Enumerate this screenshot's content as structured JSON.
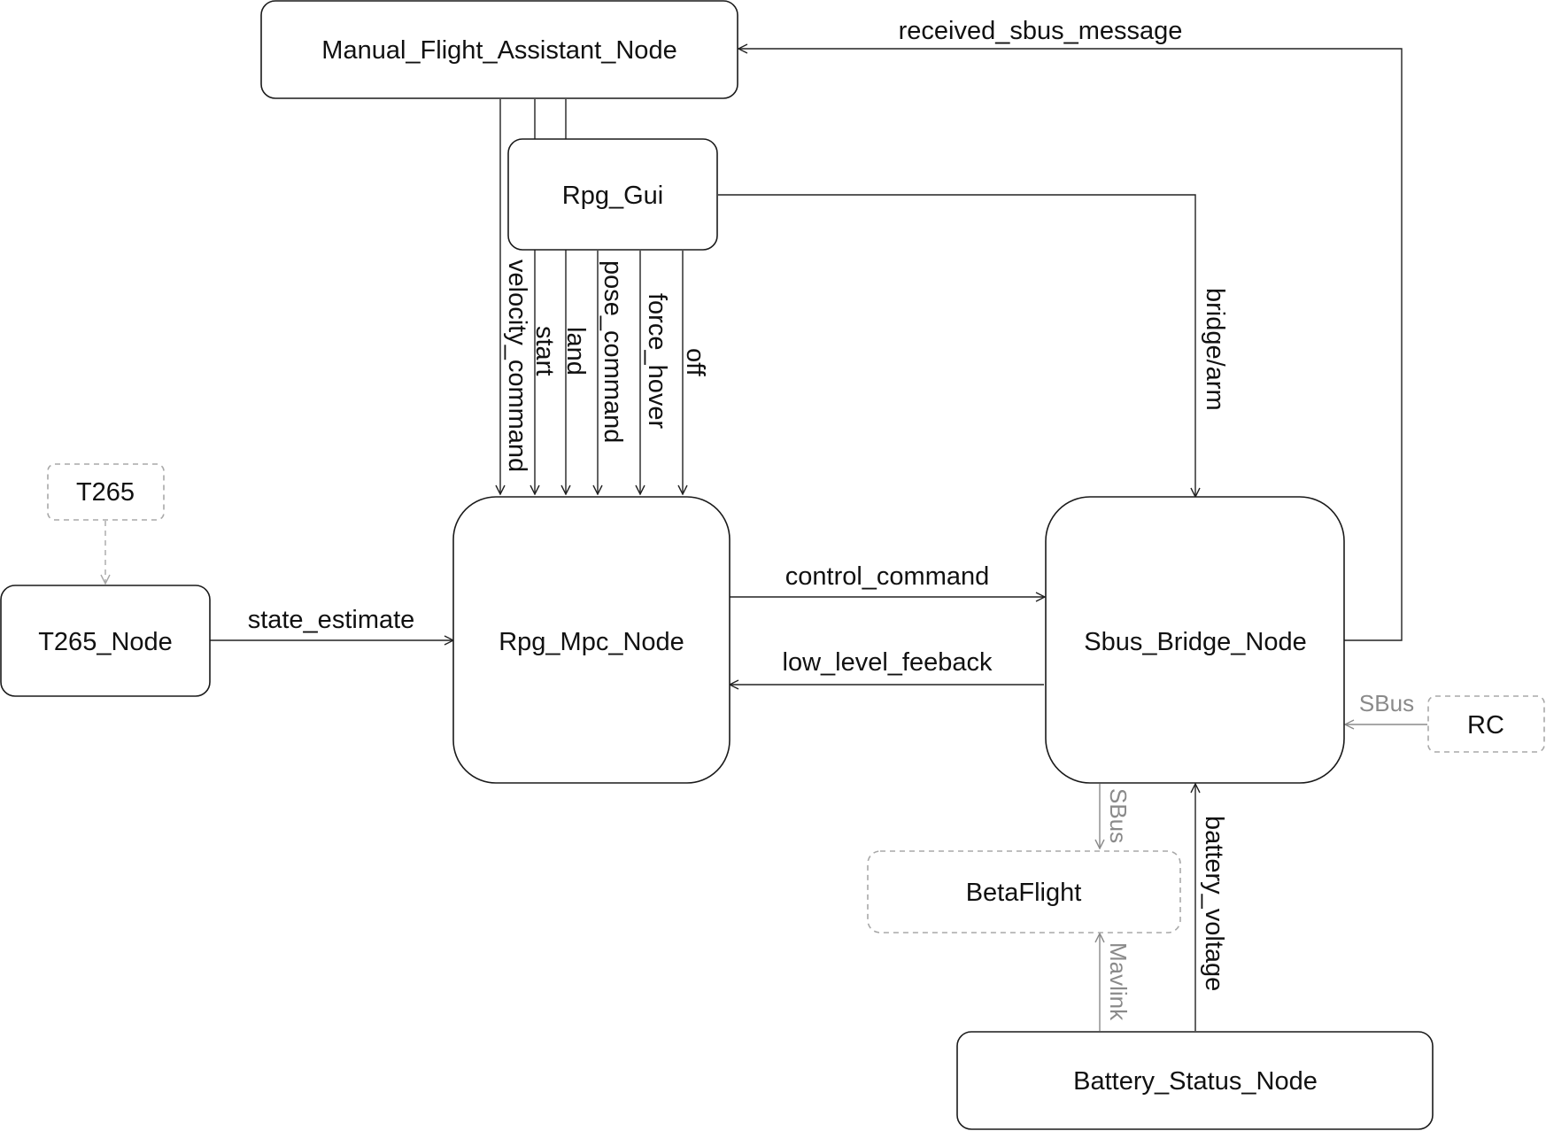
{
  "nodes": {
    "manual_flight_assistant": "Manual_Flight_Assistant_Node",
    "rpg_gui": "Rpg_Gui",
    "t265": "T265",
    "t265_node": "T265_Node",
    "rpg_mpc": "Rpg_Mpc_Node",
    "sbus_bridge": "Sbus_Bridge_Node",
    "rc": "RC",
    "betaflight": "BetaFlight",
    "battery_status": "Battery_Status_Node"
  },
  "edges": {
    "received_sbus_message": "received_sbus_message",
    "bridge_arm": "bridge/arm",
    "velocity_command": "velocity_command",
    "start": "start",
    "land": "land",
    "pose_command": "pose_command",
    "force_hover": "force_hover",
    "off": "off",
    "state_estimate": "state_estimate",
    "control_command": "control_command",
    "low_level_feeback": "low_level_feeback",
    "sbus_rc": "SBus",
    "sbus_betaflight": "SBus",
    "battery_voltage": "battery_voltage",
    "mavlink": "Mavlink"
  },
  "colors": {
    "solid": "#1a1a1a",
    "hardware_dashed": "#a8a8a8",
    "hardware_text": "#8a8a8a"
  }
}
